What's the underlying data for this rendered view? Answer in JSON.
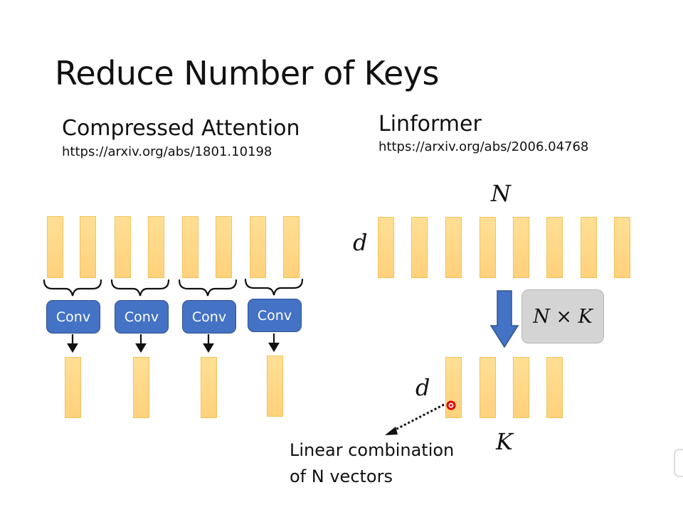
{
  "title": "Reduce Number of Keys",
  "compressed": {
    "heading": "Compressed Attention",
    "url": "https://arxiv.org/abs/1801.10198",
    "conv_labels": [
      "Conv",
      "Conv",
      "Conv",
      "Conv"
    ]
  },
  "linformer": {
    "heading": "Linformer",
    "url": "https://arxiv.org/abs/2006.04768",
    "n_label": "N",
    "d_label_top": "d",
    "d_label_bottom": "d",
    "k_label": "K",
    "matrix_label": "N × K",
    "annotation_line1": "Linear combination",
    "annotation_line2": "of N vectors"
  },
  "colors": {
    "vector_fill": "#ffd88a",
    "conv_fill": "#4472c4",
    "arrow_fill": "#4472c4",
    "matrix_fill": "#d4d4d4",
    "pointer": "#e00000"
  }
}
